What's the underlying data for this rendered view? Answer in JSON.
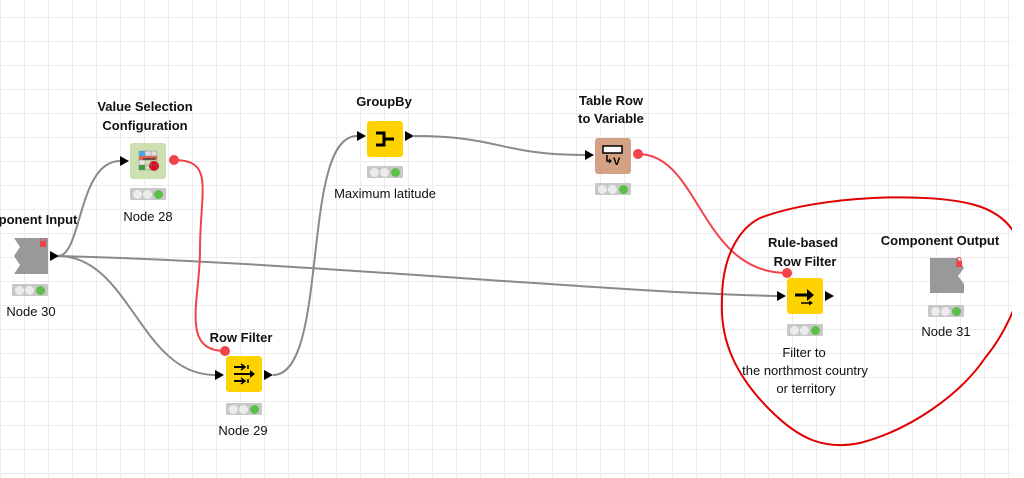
{
  "canvas": {
    "grid_color": "#ececec",
    "background": "#ffffff"
  },
  "colors": {
    "data_wire": "#8a8a8a",
    "variable_wire": "#f0434a",
    "annotation_circle": "#e00000",
    "manipulator_node": "#ffd300",
    "config_node": "#cfe0b0",
    "flow_var_node": "#d4a184",
    "component_io_node": "#999999",
    "status_green": "#5cbf4a"
  },
  "nodes": {
    "component_input": {
      "title": "ponent Input",
      "label": "Node 30",
      "icon": "component-input-icon",
      "status": "executed"
    },
    "value_selection": {
      "title_line1": "Value Selection",
      "title_line2": "Configuration",
      "label": "Node 28",
      "icon": "value-selection-icon",
      "status": "executed"
    },
    "row_filter": {
      "title": "Row Filter",
      "label": "Node 29",
      "icon": "row-filter-icon",
      "status": "executed"
    },
    "groupby": {
      "title": "GroupBy",
      "label": "Maximum latitude",
      "icon": "groupby-icon",
      "status": "executed"
    },
    "table_row_to_variable": {
      "title_line1": "Table Row",
      "title_line2": "to Variable",
      "label": "",
      "icon": "table-row-to-variable-icon",
      "icon_text": "↳V",
      "status": "executed"
    },
    "rule_based_row_filter": {
      "title_line1": "Rule-based",
      "title_line2": "Row Filter",
      "label_line1": "Filter to",
      "label_line2": "the northmost country",
      "label_line3": "or territory",
      "icon": "rule-based-row-filter-icon",
      "status": "executed"
    },
    "component_output": {
      "title": "Component Output",
      "label": "Node 31",
      "icon": "component-output-icon",
      "status": "executed"
    }
  },
  "connections": [
    {
      "from": "component_input",
      "to": "value_selection",
      "type": "data"
    },
    {
      "from": "component_input",
      "to": "row_filter",
      "type": "data"
    },
    {
      "from": "component_input",
      "to": "rule_based_row_filter",
      "type": "data"
    },
    {
      "from": "value_selection",
      "to": "row_filter",
      "type": "flow_variable"
    },
    {
      "from": "row_filter",
      "to": "groupby",
      "type": "data"
    },
    {
      "from": "groupby",
      "to": "table_row_to_variable",
      "type": "data"
    },
    {
      "from": "table_row_to_variable",
      "to": "rule_based_row_filter",
      "type": "flow_variable"
    }
  ],
  "annotation": {
    "type": "hand-drawn-circle",
    "encloses": [
      "rule_based_row_filter",
      "component_output"
    ]
  }
}
